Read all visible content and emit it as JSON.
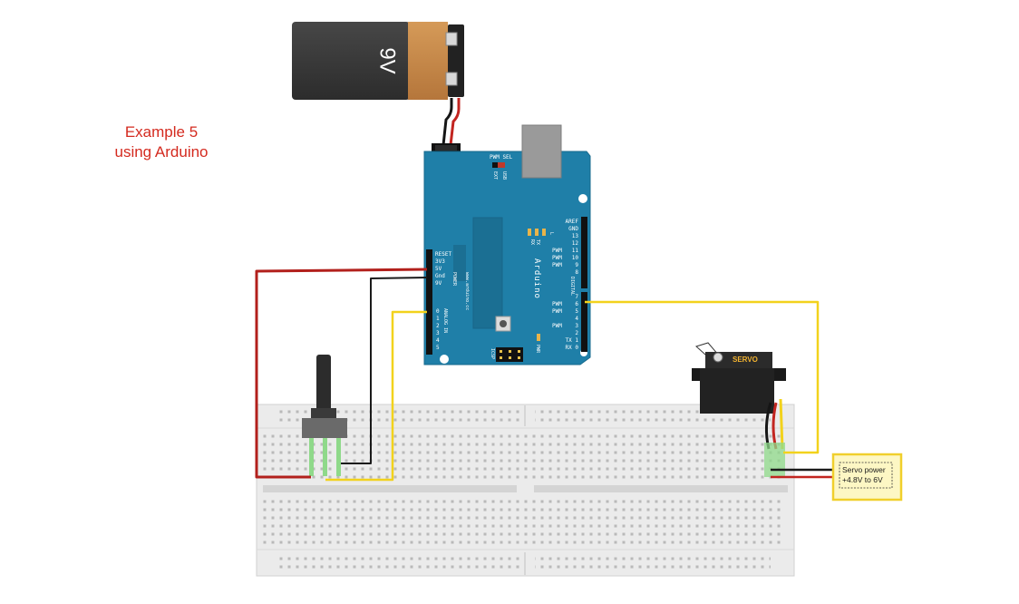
{
  "caption": {
    "line1": "Example 5",
    "line2": "using Arduino"
  },
  "battery": {
    "label": "9V"
  },
  "arduino": {
    "brand": "Arduino",
    "url": "www.arduino.cc",
    "pwm_sel": "PWM SEL",
    "ext": "EXT",
    "usb": "USB",
    "tx": "TX",
    "rx": "RX",
    "l": "L",
    "power_header": [
      "RESET",
      "3V3",
      "5V",
      "Gnd",
      "9V"
    ],
    "power": "POWER",
    "analog_in": "ANALOG IN",
    "analog_pins": [
      "0",
      "1",
      "2",
      "3",
      "4",
      "5"
    ],
    "aref": "AREF",
    "gnd": "GND",
    "digital": "DIGITAL",
    "pwm_tags": [
      "PWM",
      "PWM",
      "PWM",
      "PWM",
      "PWM",
      "PWM"
    ],
    "digital_pins": [
      "13",
      "12",
      "11",
      "10",
      "9",
      "8",
      "7",
      "6",
      "5",
      "4",
      "3",
      "2",
      "TX 1",
      "RX 0"
    ],
    "icsp": "ICSP",
    "pwr_led": "PWR"
  },
  "servo": {
    "label": "SERVO"
  },
  "servo_power": {
    "line1": "Servo power",
    "line2": "+4.8V to 6V"
  },
  "colors": {
    "wire_red": "#b2201c",
    "wire_black": "#1a1a1a",
    "wire_yellow": "#f2d21c",
    "arduino_blue": "#1f7fa8",
    "breadboard": "#e9e9e9",
    "caption_red": "#d42a1f",
    "battery_body": "#3a3a3a",
    "battery_cap": "#c98a4a"
  }
}
